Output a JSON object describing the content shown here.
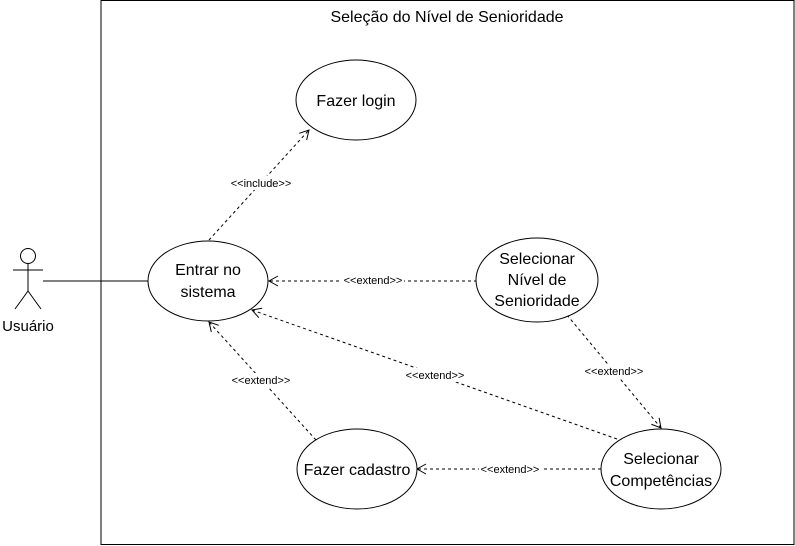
{
  "system": {
    "title": "Seleção do Nível de Senioridade"
  },
  "actor": {
    "name": "Usuário",
    "icon": "stick-figure-icon"
  },
  "use_cases": {
    "login": [
      "Fazer login"
    ],
    "entrar": [
      "Entrar no",
      "sistema"
    ],
    "nivel": [
      "Selecionar",
      "Nível de",
      "Senioridade"
    ],
    "cadastro": [
      "Fazer cadastro"
    ],
    "competencias": [
      "Selecionar",
      "Competências"
    ]
  },
  "relations": {
    "include_login": "<<include>>",
    "extend_nivel_entrar": "<<extend>>",
    "extend_comp_entrar": "<<extend>>",
    "extend_cadastro_entrar": "<<extend>>",
    "extend_nivel_comp": "<<extend>>",
    "extend_comp_cadastro": "<<extend>>"
  },
  "colors": {
    "stroke": "#000000",
    "background": "#ffffff"
  }
}
